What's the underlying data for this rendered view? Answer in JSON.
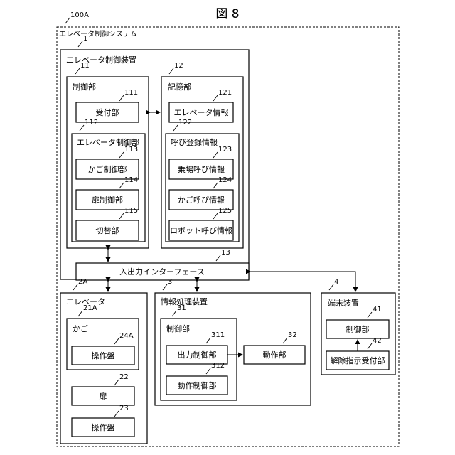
{
  "figure_title": "図 8",
  "system": {
    "ref": "100A",
    "label": "エレベータ制御システム"
  },
  "controller": {
    "ref": "1",
    "label": "エレベータ制御装置",
    "control": {
      "ref": "11",
      "label": "制御部",
      "reception": {
        "ref": "111",
        "label": "受付部"
      },
      "elevator_control": {
        "ref": "112",
        "label": "エレベータ制御部",
        "car_control": {
          "ref": "113",
          "label": "かご制御部"
        },
        "door_control": {
          "ref": "114",
          "label": "扉制御部"
        },
        "switching": {
          "ref": "115",
          "label": "切替部"
        }
      }
    },
    "storage": {
      "ref": "12",
      "label": "記憶部",
      "elevator_info": {
        "ref": "121",
        "label": "エレベータ情報"
      },
      "call_registration": {
        "ref": "122",
        "label": "呼び登録情報",
        "hall_call": {
          "ref": "123",
          "label": "乗場呼び情報"
        },
        "car_call": {
          "ref": "124",
          "label": "かご呼び情報"
        },
        "robot_call": {
          "ref": "125",
          "label": "ロボット呼び情報"
        }
      }
    },
    "io_interface": {
      "ref": "13",
      "label": "入出力インターフェース"
    }
  },
  "elevator": {
    "ref": "2A",
    "label": "エレベータ",
    "car": {
      "ref": "21A",
      "label": "かご",
      "panel": {
        "ref": "24A",
        "label": "操作盤"
      }
    },
    "door": {
      "ref": "22",
      "label": "扉"
    },
    "panel": {
      "ref": "23",
      "label": "操作盤"
    }
  },
  "info_processor": {
    "ref": "3",
    "label": "情報処理装置",
    "control": {
      "ref": "31",
      "label": "制御部",
      "output_control": {
        "ref": "311",
        "label": "出力制御部"
      },
      "operation_control": {
        "ref": "312",
        "label": "動作制御部"
      }
    },
    "operation": {
      "ref": "32",
      "label": "動作部"
    }
  },
  "terminal": {
    "ref": "4",
    "label": "端末装置",
    "control": {
      "ref": "41",
      "label": "制御部"
    },
    "release_receiver": {
      "ref": "42",
      "label": "解除指示受付部"
    }
  }
}
